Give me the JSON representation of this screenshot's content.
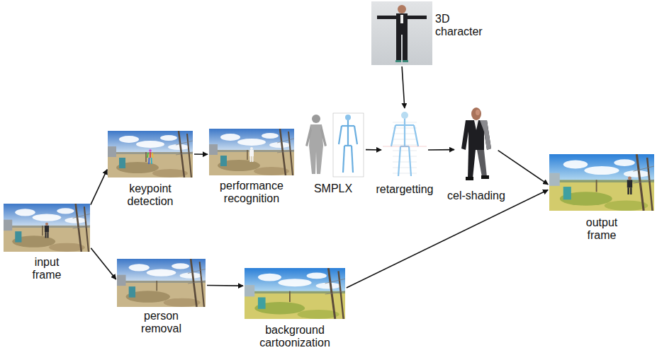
{
  "diagram": {
    "nodes": [
      {
        "text": [
          "3D character"
        ]
      },
      {
        "text": [
          "input frame"
        ]
      },
      {
        "text": [
          "keypoint detection"
        ]
      },
      {
        "text": [
          "performance recognition"
        ]
      },
      {
        "text": [
          "SMPLX"
        ]
      },
      {
        "text": [
          "retargetting"
        ]
      },
      {
        "text": [
          "cel-shading"
        ]
      },
      {
        "text": [
          "output frame"
        ]
      },
      {
        "text": [
          "person removal"
        ]
      },
      {
        "text": [
          "background cartoonization"
        ]
      }
    ],
    "edges": [
      {
        "from": 1,
        "to": 2,
        "arrow": "to"
      },
      {
        "from": 1,
        "to": 8,
        "arrow": "to"
      },
      {
        "from": 2,
        "to": 3,
        "arrow": "to"
      },
      {
        "from": 4,
        "to": 5,
        "arrow": "to"
      },
      {
        "from": 0,
        "to": 5,
        "arrow": "to"
      },
      {
        "from": 5,
        "to": 6,
        "arrow": "to"
      },
      {
        "from": 6,
        "to": 7,
        "arrow": "to"
      },
      {
        "from": 8,
        "to": 9,
        "arrow": "to"
      },
      {
        "from": 9,
        "to": 7,
        "arrow": "to"
      }
    ]
  }
}
